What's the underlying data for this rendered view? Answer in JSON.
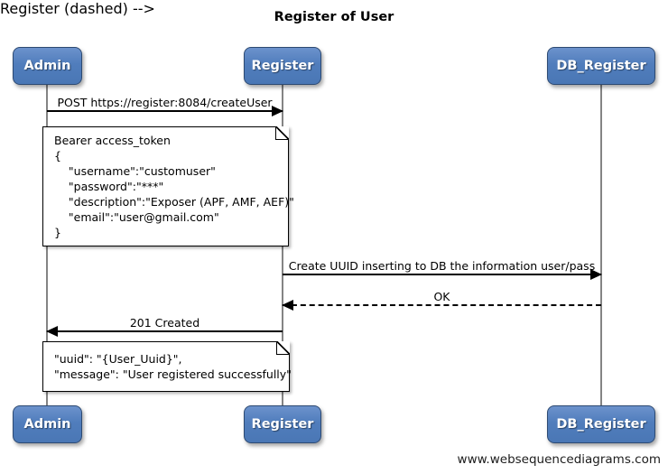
{
  "title": "Register of User",
  "watermark": "www.websequencediagrams.com",
  "actors": [
    {
      "name": "Admin"
    },
    {
      "name": "Register"
    },
    {
      "name": "DB_Register"
    }
  ],
  "messages": [
    {
      "from": "Admin",
      "to": "Register",
      "style": "solid",
      "label": "POST https://register:8084/createUser"
    },
    {
      "from": "Register",
      "to": "DB_Register",
      "style": "solid",
      "label": "Create UUID inserting to DB the information user/pass"
    },
    {
      "from": "DB_Register",
      "to": "Register",
      "style": "dashed",
      "label": "OK"
    },
    {
      "from": "Register",
      "to": "Admin",
      "style": "solid",
      "label": "201 Created"
    }
  ],
  "notes": [
    {
      "lines": [
        "Bearer access_token",
        "{",
        "    \"username\":\"customuser\"",
        "    \"password\":\"***\"",
        "    \"description\":\"Exposer (APF, AMF, AEF)\"",
        "    \"email\":\"user@gmail.com\"",
        "}"
      ]
    },
    {
      "lines": [
        "\"uuid\": \"{User_Uuid}\",",
        "\"message\": \"User registered successfully\""
      ]
    }
  ],
  "colors": {
    "actor_fill": "#507dbc",
    "actor_fill_light": "#6c92cc",
    "actor_border": "#2d4a72",
    "actor_text": "#ffffff",
    "lifeline": "#848484",
    "message_line": "#000000",
    "note_background": "#ffffff",
    "note_border": "#000000",
    "background": "#ffffff"
  }
}
